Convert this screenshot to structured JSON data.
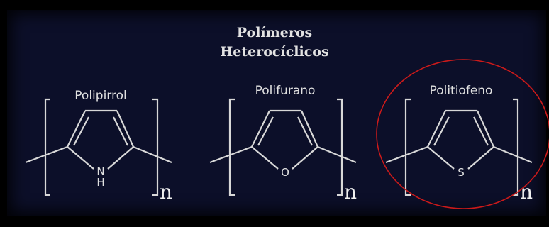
{
  "title": {
    "line1": "Polímeros",
    "line2": "Heterocíclicos"
  },
  "molecules": [
    {
      "name": "Polipirrol",
      "heteroatom": "N",
      "heteroatom_h": "H",
      "repeat": "n"
    },
    {
      "name": "Polifurano",
      "heteroatom": "O",
      "heteroatom_h": "",
      "repeat": "n"
    },
    {
      "name": "Politiofeno",
      "heteroatom": "S",
      "heteroatom_h": "",
      "repeat": "n"
    }
  ],
  "colors": {
    "background": "#0c0f29",
    "frame": "#000000",
    "structure": "#d8d8d8",
    "highlight_circle": "#cc1a1a"
  },
  "highlighted_molecule": "Politiofeno"
}
